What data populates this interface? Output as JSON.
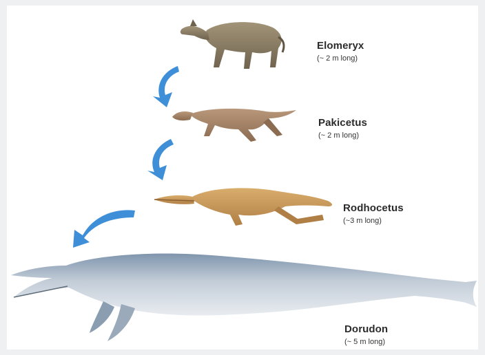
{
  "colors": {
    "arrow": "#3f8fd8",
    "land_animal": "#8a7a62",
    "pakicetus": "#a98766",
    "rodhocetus": "#c9995a",
    "dorudon": "#b9c4cf"
  },
  "stages": [
    {
      "name": "Elomeryx",
      "size": "(~ 2 m long)"
    },
    {
      "name": "Pakicetus",
      "size": "(~ 2 m long)"
    },
    {
      "name": "Rodhocetus",
      "size": "(~3 m long)"
    },
    {
      "name": "Dorudon",
      "size": "(~ 5 m long)"
    }
  ],
  "arrows": [
    "arrow-icon",
    "arrow-icon",
    "arrow-icon"
  ]
}
